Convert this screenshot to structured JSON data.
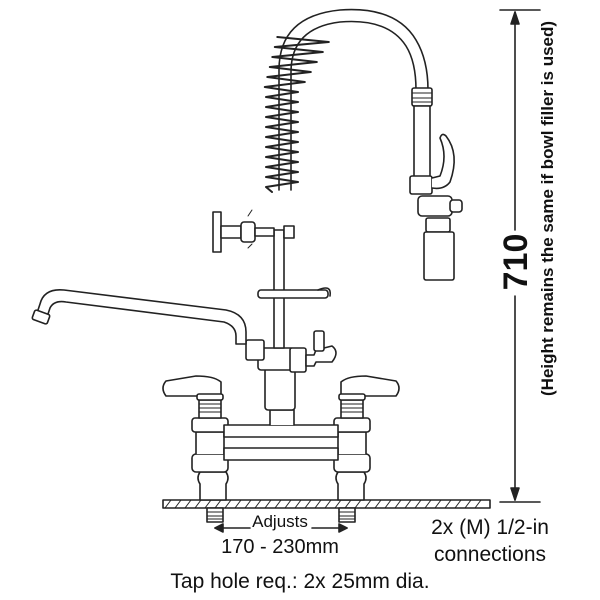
{
  "dimension": {
    "value": "710",
    "note": "(Height remains the same if bowl filler is used)"
  },
  "labels": {
    "adjusts": "Adjusts",
    "range": "170 - 230mm",
    "connections_line1": "2x (M) 1/2-in",
    "connections_line2": "connections",
    "tap_hole": "Tap hole req.: 2x 25mm dia."
  }
}
